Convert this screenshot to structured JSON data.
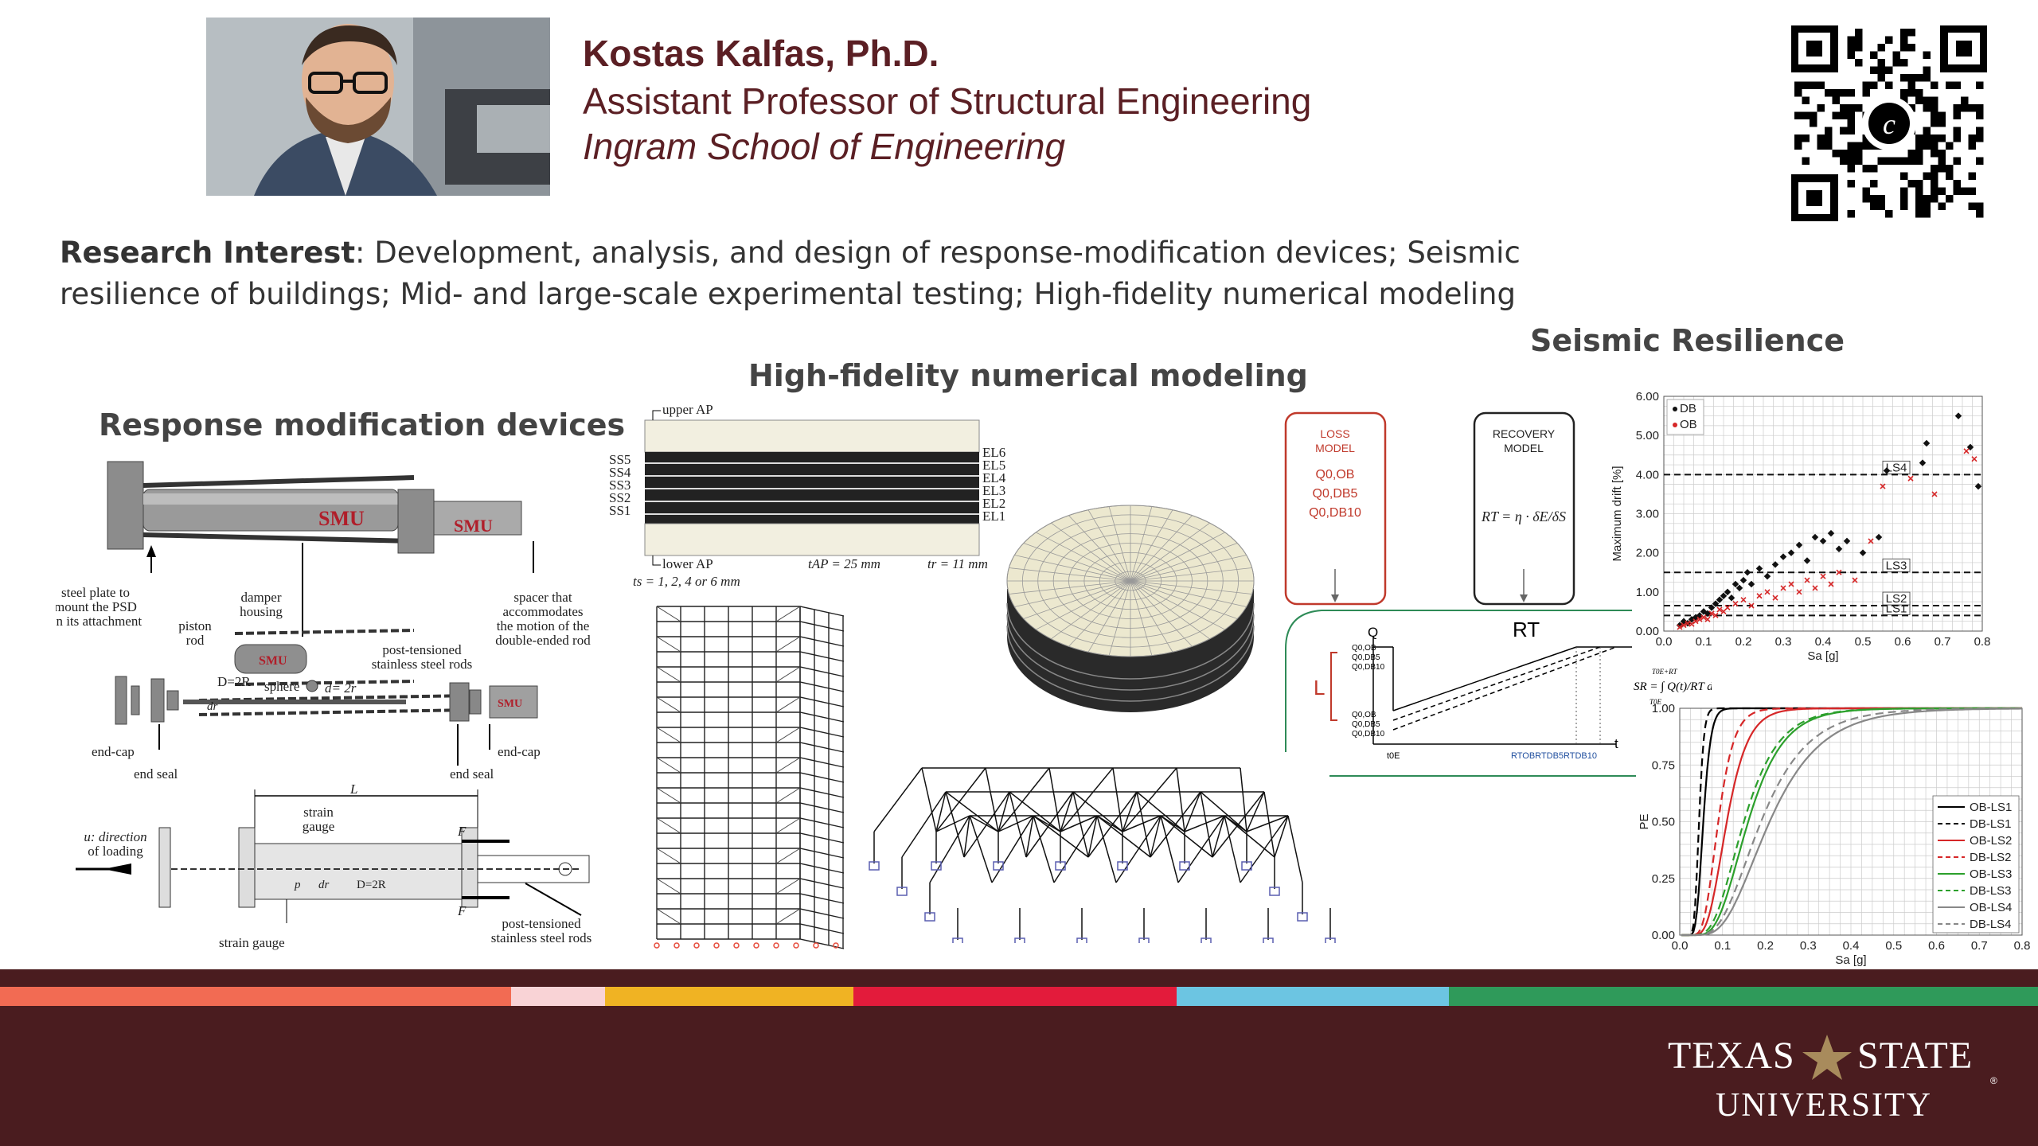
{
  "header": {
    "name": "Kostas Kalfas, Ph.D.",
    "title": "Assistant Professor of Structural Engineering",
    "school": "Ingram School of Engineering"
  },
  "interest": {
    "label": "Research Interest",
    "text": ": Development, analysis, and design of response-modification devices; Seismic resilience of buildings; Mid- and large-scale experimental testing; High-fidelity numerical modeling"
  },
  "sections": {
    "rmd": "Response modification devices",
    "hfnm": "High-fidelity numerical modeling",
    "sr": "Seismic Resilience"
  },
  "device": {
    "brand": "SMU",
    "labels": {
      "steel_plate": [
        "steel plate to",
        "mount the PSD",
        "on its attachment"
      ],
      "damper": [
        "damper",
        "housing"
      ],
      "spacer": [
        "spacer that",
        "accommodates",
        "the motion of the",
        "double-ended rod"
      ],
      "piston": [
        "piston",
        "rod"
      ],
      "pt_rods": [
        "post-tensioned",
        "stainless steel rods"
      ],
      "sphere": "sphere",
      "d2r": "d= 2r",
      "D2R": "D=2R",
      "dr": "dr",
      "endcap_l": "end-cap",
      "endseal_l": "end seal",
      "endcap_r": "end-cap",
      "endseal_r": "end seal",
      "L": "L",
      "strain_gauge_top": [
        "strain",
        "gauge"
      ],
      "direction": [
        "u: direction",
        "of loading"
      ],
      "F_top": "F",
      "F_bot": "F",
      "strain_gauge_bottom": "strain gauge",
      "pt_rods_bottom": [
        "post-tensioned",
        "stainless steel rods"
      ],
      "p": "p",
      "dr2": "dr",
      "D2R_2": "D=2R"
    }
  },
  "bearing": {
    "upper": "upper AP",
    "lower": "lower AP",
    "ss": [
      "SS5",
      "SS4",
      "SS3",
      "SS2",
      "SS1"
    ],
    "el": [
      "EL6",
      "EL5",
      "EL4",
      "EL3",
      "EL2",
      "EL1"
    ],
    "ts": "ts = 1, 2, 4 or 6 mm",
    "tap": "tAP = 25 mm",
    "tr": "tr = 11 mm"
  },
  "resilience": {
    "loss_model": [
      "LOSS",
      "MODEL"
    ],
    "loss_items": [
      "Q0,OB",
      "Q0,DB5",
      "Q0,DB10"
    ],
    "recovery_model": [
      "RECOVERY",
      "MODEL"
    ],
    "rt_eq": "RT = η · δE/δS",
    "Q": "Q",
    "Q_labels_top": [
      "Q0,OB",
      "Q0,DB5",
      "Q0,DB10"
    ],
    "Q_labels_bot": [
      "Q0,OB",
      "Q0,DB5",
      "Q0,DB10"
    ],
    "L": "L",
    "RT": "RT",
    "t": "t",
    "t0e": "t0E",
    "rt_axis": "RTOBRTDB5RTDB10",
    "sr_eq": "SR = ∫ Q(t)/RT dt",
    "sr_limits": "T0E+RT",
    "sr_lower": "T0E"
  },
  "chart_data": [
    {
      "type": "scatter",
      "title": "",
      "xlabel": "Sa [g]",
      "ylabel": "Maximum drift [%]",
      "xlim": [
        0,
        0.8
      ],
      "ylim": [
        0,
        6
      ],
      "xticks": [
        "0.0",
        "0.1",
        "0.2",
        "0.3",
        "0.4",
        "0.5",
        "0.6",
        "0.7",
        "0.8"
      ],
      "yticks": [
        "0.00",
        "1.00",
        "2.00",
        "3.00",
        "4.00",
        "5.00",
        "6.00"
      ],
      "grid": true,
      "legend": "top-left",
      "thresholds": [
        {
          "name": "LS1",
          "y": 0.4
        },
        {
          "name": "LS2",
          "y": 0.65
        },
        {
          "name": "LS3",
          "y": 1.5
        },
        {
          "name": "LS4",
          "y": 4.0
        }
      ],
      "series": [
        {
          "name": "DB",
          "color": "#111111",
          "points": [
            [
              0.04,
              0.15
            ],
            [
              0.05,
              0.25
            ],
            [
              0.06,
              0.2
            ],
            [
              0.07,
              0.3
            ],
            [
              0.08,
              0.35
            ],
            [
              0.09,
              0.4
            ],
            [
              0.1,
              0.5
            ],
            [
              0.11,
              0.45
            ],
            [
              0.12,
              0.6
            ],
            [
              0.13,
              0.7
            ],
            [
              0.14,
              0.8
            ],
            [
              0.15,
              0.9
            ],
            [
              0.16,
              1.0
            ],
            [
              0.17,
              0.85
            ],
            [
              0.18,
              1.2
            ],
            [
              0.19,
              1.1
            ],
            [
              0.2,
              1.3
            ],
            [
              0.21,
              1.5
            ],
            [
              0.22,
              1.2
            ],
            [
              0.24,
              1.6
            ],
            [
              0.26,
              1.4
            ],
            [
              0.28,
              1.7
            ],
            [
              0.3,
              1.9
            ],
            [
              0.32,
              2.0
            ],
            [
              0.34,
              2.2
            ],
            [
              0.36,
              1.8
            ],
            [
              0.38,
              2.4
            ],
            [
              0.4,
              2.3
            ],
            [
              0.42,
              2.5
            ],
            [
              0.44,
              2.1
            ],
            [
              0.46,
              2.3
            ],
            [
              0.5,
              2.0
            ],
            [
              0.54,
              2.4
            ],
            [
              0.56,
              4.1
            ],
            [
              0.65,
              4.3
            ],
            [
              0.66,
              4.8
            ],
            [
              0.74,
              5.5
            ],
            [
              0.77,
              4.7
            ],
            [
              0.79,
              3.7
            ]
          ]
        },
        {
          "name": "OB",
          "color": "#d62728",
          "points": [
            [
              0.04,
              0.1
            ],
            [
              0.05,
              0.15
            ],
            [
              0.06,
              0.2
            ],
            [
              0.07,
              0.18
            ],
            [
              0.08,
              0.25
            ],
            [
              0.09,
              0.3
            ],
            [
              0.1,
              0.35
            ],
            [
              0.11,
              0.3
            ],
            [
              0.12,
              0.45
            ],
            [
              0.13,
              0.4
            ],
            [
              0.14,
              0.55
            ],
            [
              0.15,
              0.5
            ],
            [
              0.16,
              0.6
            ],
            [
              0.18,
              0.7
            ],
            [
              0.2,
              0.8
            ],
            [
              0.22,
              0.65
            ],
            [
              0.24,
              0.9
            ],
            [
              0.26,
              1.0
            ],
            [
              0.28,
              0.85
            ],
            [
              0.3,
              1.1
            ],
            [
              0.32,
              1.2
            ],
            [
              0.34,
              1.0
            ],
            [
              0.36,
              1.3
            ],
            [
              0.38,
              1.1
            ],
            [
              0.4,
              1.4
            ],
            [
              0.42,
              1.2
            ],
            [
              0.44,
              1.5
            ],
            [
              0.48,
              1.3
            ],
            [
              0.52,
              2.3
            ],
            [
              0.55,
              3.7
            ],
            [
              0.62,
              3.9
            ],
            [
              0.68,
              3.5
            ],
            [
              0.76,
              4.6
            ],
            [
              0.78,
              4.4
            ]
          ]
        }
      ]
    },
    {
      "type": "line",
      "title": "",
      "xlabel": "Sa [g]",
      "ylabel": "PE",
      "xlim": [
        0,
        0.8
      ],
      "ylim": [
        0,
        1
      ],
      "xticks": [
        "0.0",
        "0.1",
        "0.2",
        "0.3",
        "0.4",
        "0.5",
        "0.6",
        "0.7",
        "0.8"
      ],
      "yticks": [
        "0.00",
        "0.25",
        "0.50",
        "0.75",
        "1.00"
      ],
      "grid": true,
      "legend": "right",
      "series": [
        {
          "name": "OB-LS1",
          "color": "#000000",
          "dash": false,
          "median": 0.055,
          "beta": 0.25
        },
        {
          "name": "DB-LS1",
          "color": "#000000",
          "dash": true,
          "median": 0.045,
          "beta": 0.2
        },
        {
          "name": "OB-LS2",
          "color": "#d62728",
          "dash": false,
          "median": 0.11,
          "beta": 0.35
        },
        {
          "name": "DB-LS2",
          "color": "#d62728",
          "dash": true,
          "median": 0.09,
          "beta": 0.32
        },
        {
          "name": "OB-LS3",
          "color": "#2ca02c",
          "dash": false,
          "median": 0.16,
          "beta": 0.4
        },
        {
          "name": "DB-LS3",
          "color": "#2ca02c",
          "dash": true,
          "median": 0.15,
          "beta": 0.42
        },
        {
          "name": "OB-LS4",
          "color": "#888888",
          "dash": false,
          "median": 0.21,
          "beta": 0.45
        },
        {
          "name": "DB-LS4",
          "color": "#888888",
          "dash": true,
          "median": 0.19,
          "beta": 0.45
        }
      ]
    }
  ],
  "footer": {
    "logo_line1_a": "TEXAS",
    "logo_line1_b": "STATE",
    "logo_line2": "UNIVERSITY",
    "stripes": [
      {
        "color": "#f26b53"
      },
      {
        "color": "#f9d3d6"
      },
      {
        "color": "#f0b323"
      },
      {
        "color": "#e31b3b"
      },
      {
        "color": "#6cc5e2"
      },
      {
        "color": "#2f9a5a"
      }
    ]
  }
}
